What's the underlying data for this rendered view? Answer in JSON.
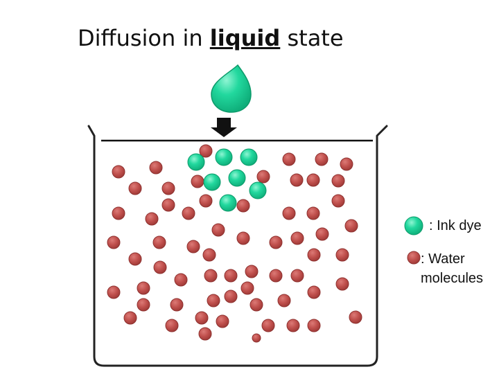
{
  "title": {
    "prefix": "Diffusion in ",
    "highlight": "liquid",
    "suffix": " state"
  },
  "legend": {
    "ink_label": ": Ink dye",
    "water_label_line1": ": Water",
    "water_label_line2": "molecules"
  },
  "colors": {
    "ink_dye": "#1fd69a",
    "water_molecule": "#c0504d",
    "beaker": "#222222"
  },
  "icons": {
    "ink_drop": "ink-drop-icon",
    "arrow": "arrow-down-icon"
  }
}
